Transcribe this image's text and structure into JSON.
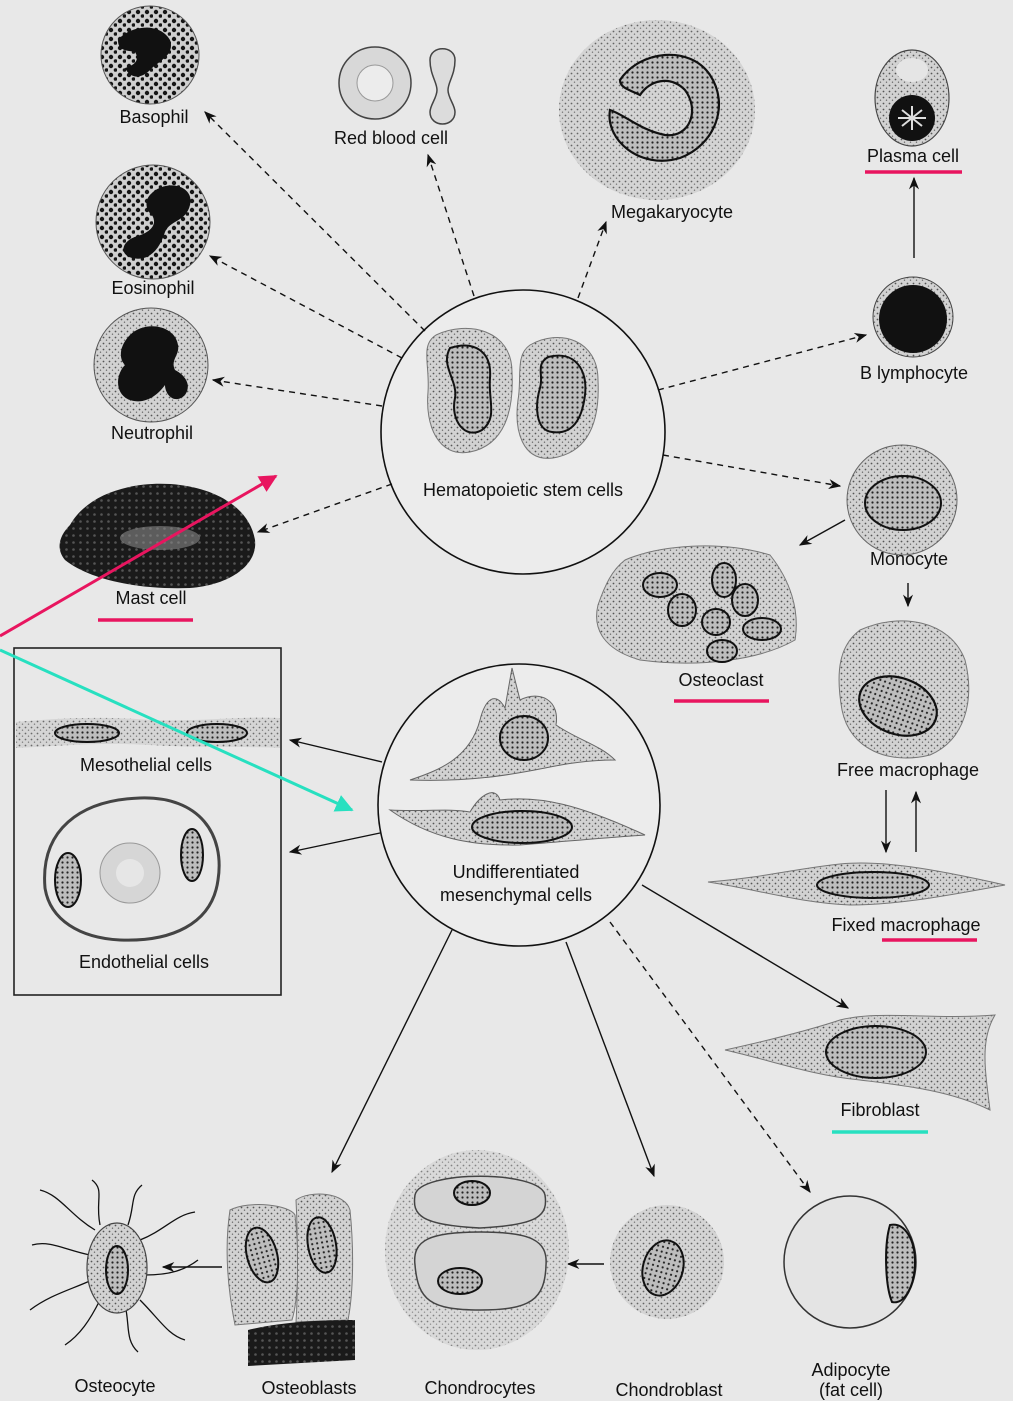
{
  "hub_labels": {
    "hematopoietic": "Hematopoietic stem cells",
    "mesenchymal_line1": "Undifferentiated",
    "mesenchymal_line2": "mesenchymal cells"
  },
  "cell_labels": {
    "basophil": "Basophil",
    "red_blood_cell": "Red blood cell",
    "megakaryocyte": "Megakaryocyte",
    "plasma_cell": "Plasma cell",
    "eosinophil": "Eosinophil",
    "b_lymphocyte": "B lymphocyte",
    "neutrophil": "Neutrophil",
    "monocyte": "Monocyte",
    "mast_cell": "Mast cell",
    "osteoclast": "Osteoclast",
    "mesothelial": "Mesothelial cells",
    "endothelial": "Endothelial cells",
    "free_macrophage": "Free macrophage",
    "fixed_macrophage": "Fixed macrophage",
    "fibroblast": "Fibroblast",
    "osteocyte": "Osteocyte",
    "osteoblasts": "Osteoblasts",
    "chondrocytes": "Chondrocytes",
    "chondroblast": "Chondroblast",
    "adipocyte_line1": "Adipocyte",
    "adipocyte_line2": "(fat cell)"
  },
  "highlight_colors": {
    "pink": "#e8155f",
    "cyan": "#27e0c0"
  }
}
